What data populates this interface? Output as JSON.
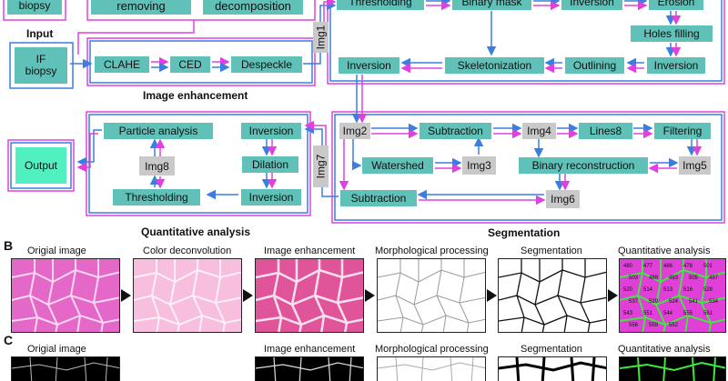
{
  "panel_a": {
    "input_label": "Input",
    "partial_top": "biopsy",
    "if_biopsy": "IF\nbiopsy",
    "removing": "removing",
    "decomposition": "decomposition",
    "clahe": "CLAHE",
    "ced": "CED",
    "despeckle": "Despeckle",
    "img1": "Img1",
    "image_enhancement_label": "Image enhancement",
    "morph": {
      "thresholding": "Thresholding",
      "binary_mask": "Binary mask",
      "inversion_top": "Inversion",
      "erosion": "Erosion",
      "holes_filling": "Holes filling",
      "inversion_right": "Inversion",
      "outlining": "Outlining",
      "skeletonization": "Skeletonization",
      "inversion_left": "Inversion"
    },
    "quant": {
      "particle_analysis": "Particle analysis",
      "inversion_a": "Inversion",
      "img8": "Img8",
      "dilation": "Dilation",
      "thresholding": "Thresholding",
      "inversion_b": "Inversion",
      "label": "Quantitative analysis"
    },
    "output": "Output",
    "img7": "Img7",
    "seg": {
      "img2": "Img2",
      "subtraction_top": "Subtraction",
      "img4": "Img4",
      "lines8": "Lines8",
      "filtering": "Filtering",
      "watershed": "Watershed",
      "img3": "Img3",
      "binary_reconstruction": "Binary reconstruction",
      "img5": "Img5",
      "subtraction_bottom": "Subtraction",
      "img6": "Img6",
      "label": "Segmentation"
    }
  },
  "panel_b": {
    "letter": "B",
    "captions": [
      "Origial image",
      "Color deconvolution",
      "Image enhancement",
      "Morphological processing",
      "Segmentation",
      "Quantitative analysis"
    ],
    "cell_numbers": [
      "480",
      "477",
      "486",
      "478",
      "501",
      "503",
      "489",
      "493",
      "505",
      "497",
      "520",
      "514",
      "513",
      "516",
      "528",
      "537",
      "529",
      "524",
      "541",
      "534",
      "543",
      "551",
      "544",
      "555",
      "561",
      "556",
      "559",
      "552"
    ]
  },
  "panel_c": {
    "letter": "C",
    "captions": [
      "Origial image",
      "Image enhancement",
      "Morphological processing",
      "Segmentation",
      "Quantitative analysis"
    ]
  },
  "colors": {
    "box": "#5fc1b8",
    "img_box": "#c9c9c9",
    "blue_arrow": "#3a7fe0",
    "magenta_arrow": "#e040e0",
    "output_fill": "#52f0c0"
  }
}
